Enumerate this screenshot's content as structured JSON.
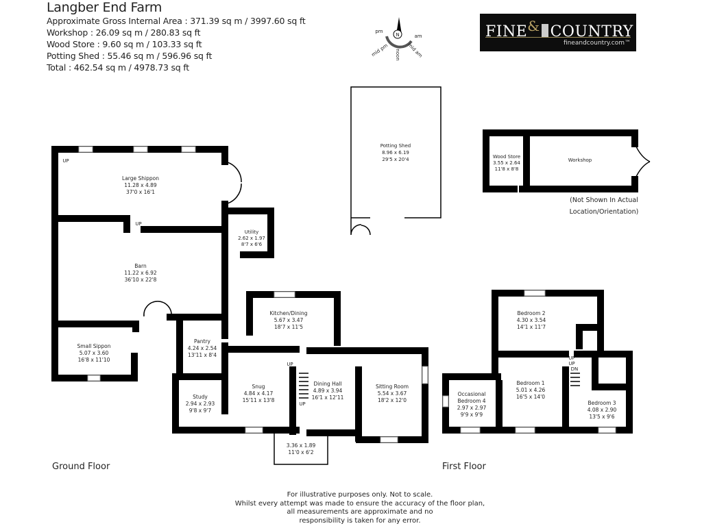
{
  "header": {
    "title": "Langber End Farm",
    "lines": [
      "Approximate Gross Internal Area : 371.39 sq m / 3997.60 sq ft",
      "Workshop : 26.09 sq m / 280.83 sq ft",
      "Wood Store : 9.60 sq m / 103.33 sq ft",
      "Potting Shed : 55.46 sq m / 596.96 sq ft",
      "Total : 462.54 sq m / 4978.73 sq ft"
    ]
  },
  "compass": {
    "north": "N",
    "labels": [
      "pm",
      "am",
      "mid pm",
      "noon",
      "mid am"
    ]
  },
  "logo": {
    "brand_left": "FINE",
    "ampersand": "&",
    "brand_right": "COUNTRY",
    "url": "fineandcountry.com™",
    "accent": "#b8a165"
  },
  "ground_floor": {
    "label": "Ground Floor",
    "rooms": [
      {
        "name": "Large Shippon",
        "metric": "11.28 x 4.89",
        "imperial": "37'0 x 16'1"
      },
      {
        "name": "Barn",
        "metric": "11.22 x 6.92",
        "imperial": "36'10 x 22'8"
      },
      {
        "name": "Small Sippon",
        "metric": "5.07 x 3.60",
        "imperial": "16'8 x 11'10"
      },
      {
        "name": "Utility",
        "metric": "2.62 x 1.97",
        "imperial": "8'7 x 6'6"
      },
      {
        "name": "Kitchen/Dining",
        "metric": "5.67 x 3.47",
        "imperial": "18'7 x 11'5"
      },
      {
        "name": "Pantry",
        "metric": "4.24 x 2.54",
        "imperial": "13'11 x 8'4"
      },
      {
        "name": "Study",
        "metric": "2.94 x 2.93",
        "imperial": "9'8 x 9'7"
      },
      {
        "name": "Snug",
        "metric": "4.84 x 4.17",
        "imperial": "15'11 x 13'8"
      },
      {
        "name": "Dining Hall",
        "metric": "4.89 x 3.94",
        "imperial": "16'1 x 12'11"
      },
      {
        "name": "Sitting Room",
        "metric": "5.54 x 3.67",
        "imperial": "18'2 x 12'0"
      },
      {
        "name": "",
        "metric": "3.36 x 1.89",
        "imperial": "11'0 x 6'2"
      }
    ],
    "stairs": [
      "UP",
      "UP",
      "UP",
      "UP"
    ]
  },
  "first_floor": {
    "label": "First Floor",
    "rooms": [
      {
        "name": "Bedroom 2",
        "metric": "4.30 x 3.54",
        "imperial": "14'1 x 11'7"
      },
      {
        "name": "Bedroom 1",
        "metric": "5.01 x 4.26",
        "imperial": "16'5 x 14'0"
      },
      {
        "name": "Occasional",
        "name2": "Bedroom 4",
        "metric": "2.97 x 2.97",
        "imperial": "9'9 x 9'9"
      },
      {
        "name": "Bedroom 3",
        "metric": "4.08 x 2.90",
        "imperial": "13'5 x 9'6"
      }
    ],
    "stairs": [
      "UP",
      "UP",
      "DN"
    ]
  },
  "outbuildings": {
    "potting_shed": {
      "name": "Potting Shed",
      "metric": "8.96 x 6.19",
      "imperial": "29'5 x 20'4"
    },
    "wood_store": {
      "name": "Wood Store",
      "metric": "3.55 x 2.64",
      "imperial": "11'8 x 8'8"
    },
    "workshop": {
      "name": "Workshop"
    },
    "note_line1": "(Not Shown In Actual",
    "note_line2": "Location/Orientation)"
  },
  "disclaimer": [
    "For illustrative purposes only. Not to scale.",
    "Whilst every attempt was made to ensure the accuracy of the floor plan,",
    "all measurements are approximate and no",
    "responsibility is taken for any error."
  ]
}
